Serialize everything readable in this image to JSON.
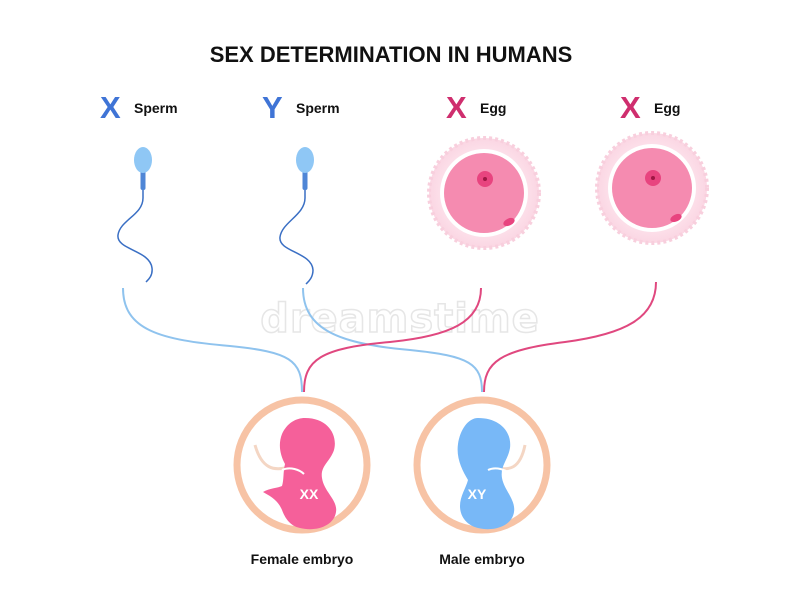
{
  "title": "SEX DETERMINATION IN HUMANS",
  "colors": {
    "sperm_blue": "#3f74d6",
    "egg_magenta": "#cf2e6e",
    "sperm_head": "#8fc7f5",
    "egg_pink": "#f58bb0",
    "female_embryo": "#f5609a",
    "male_embryo": "#78b8f7",
    "ring": "#f7c3a5"
  },
  "cells": [
    {
      "letter": "X",
      "label": "Sperm",
      "kind": "sperm"
    },
    {
      "letter": "Y",
      "label": "Sperm",
      "kind": "sperm"
    },
    {
      "letter": "X",
      "label": "Egg",
      "kind": "egg"
    },
    {
      "letter": "X",
      "label": "Egg",
      "kind": "egg"
    }
  ],
  "embryos": [
    {
      "chromosomes": "XX",
      "label": "Female embryo"
    },
    {
      "chromosomes": "XY",
      "label": "Male embryo"
    }
  ],
  "watermark": "dreamstime"
}
